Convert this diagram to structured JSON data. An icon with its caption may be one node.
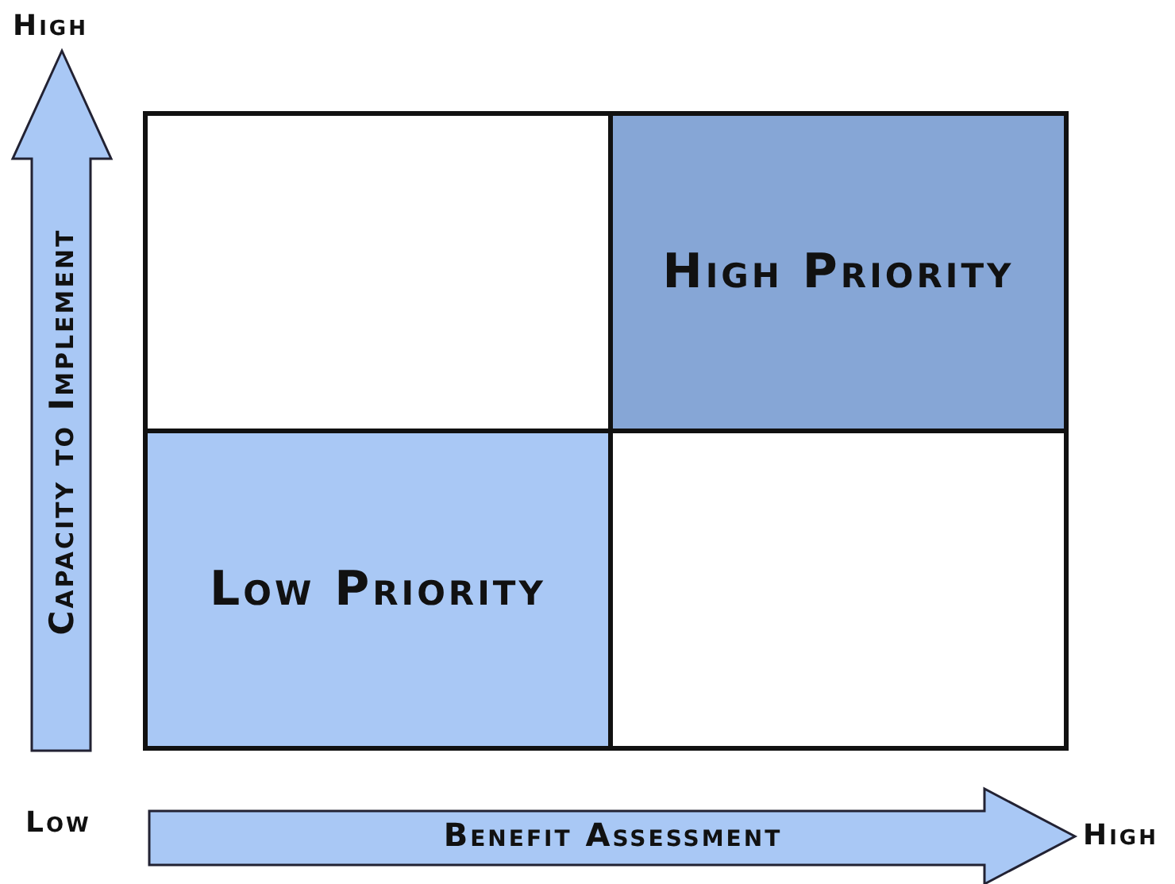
{
  "diagram": {
    "nodes": [
      {
        "text": [],
        "shape": "box"
      },
      {
        "text": [
          "High Priority"
        ]
      },
      {
        "text": [
          "Low Priority"
        ]
      },
      {
        "text": [],
        "shape": "box"
      }
    ],
    "labels": [
      "High",
      "Capacity to Implement",
      "Low",
      "Benefit Assessment",
      "High"
    ]
  }
}
